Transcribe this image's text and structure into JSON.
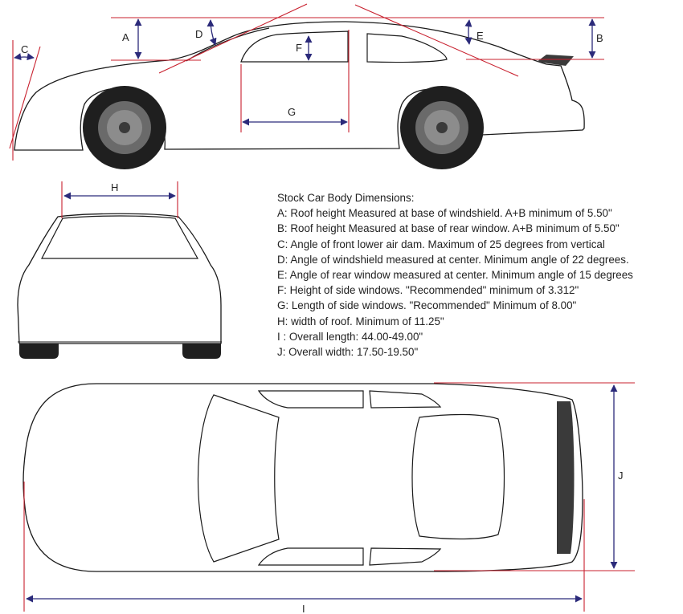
{
  "colors": {
    "outline": "#1a1a1a",
    "measure_red": "#c8202e",
    "dimension_blue": "#2b2a7a",
    "tire": "#1f1f1f",
    "spoiler": "#3a3a3a"
  },
  "labels": {
    "a": "A",
    "b": "B",
    "c": "C",
    "d": "D",
    "e": "E",
    "f": "F",
    "g": "G",
    "h": "H",
    "i": "I",
    "j": "J"
  },
  "legend": {
    "title": "Stock Car Body Dimensions:",
    "lines": [
      "A:  Roof height Measured at base of windshield.     A+B minimum of 5.50\"",
      "B:  Roof height Measured at base of rear window.   A+B minimum of 5.50\"",
      "C:  Angle of front lower air dam.   Maximum of 25 degrees from vertical",
      "D:  Angle of windshield measured at center.   Minimum angle of 22 degrees.",
      "E:   Angle of rear window measured at center.   Minimum angle of 15 degrees",
      "F:   Height of side windows.   \"Recommended\" minimum of 3.312\"",
      "G:  Length of side windows.   \"Recommended\" Minimum of 8.00\"",
      "H:  width of roof. Minimum of 11.25\"",
      "I :  Overall length:   44.00-49.00\"",
      "J:  Overall width:   17.50-19.50\""
    ]
  }
}
